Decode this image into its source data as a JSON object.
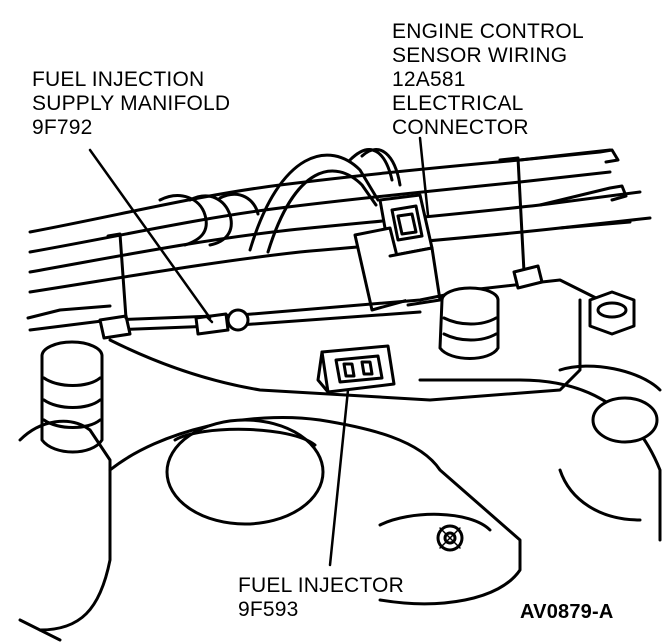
{
  "callouts": {
    "ecs_wiring": {
      "lines": [
        "ENGINE CONTROL",
        "SENSOR WIRING",
        "12A581",
        "ELECTRICAL",
        "CONNECTOR"
      ]
    },
    "fuel_supply_manifold": {
      "lines": [
        "FUEL INJECTION",
        "SUPPLY MANIFOLD",
        "9F792"
      ]
    },
    "fuel_injector": {
      "lines": [
        "FUEL INJECTOR",
        "9F593"
      ]
    }
  },
  "figure_code": "AV0879-A",
  "colors": {
    "ink": "#000000",
    "paper": "#ffffff"
  }
}
